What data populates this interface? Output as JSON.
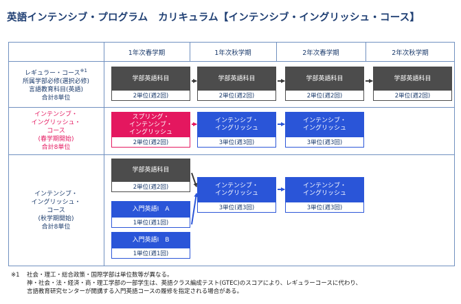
{
  "title": "英語インテンシブ・プログラム　カリキュラム【インテンシブ・イングリッシュ・コース】",
  "columns": [
    "1年次春学期",
    "1年次秋学期",
    "2年次春学期",
    "2年次秋学期"
  ],
  "rows": {
    "regular": {
      "label_line1": "レギュラー・コース",
      "label_mark": "※1",
      "label_line2": "所属学部必修(選択必修)",
      "label_line3": "言語教育科目(英語)",
      "label_line4": "合計8単位",
      "boxes": [
        {
          "title": "学部英語科目",
          "units": "2単位(週2回)"
        },
        {
          "title": "学部英語科目",
          "units": "2単位(週2回)"
        },
        {
          "title": "学部英語科目",
          "units": "2単位(週2回)"
        },
        {
          "title": "学部英語科目",
          "units": "2単位(週2回)"
        }
      ]
    },
    "spring": {
      "label_line1": "インテンシブ・",
      "label_line2": "イングリッシュ・",
      "label_line3": "コース",
      "label_line4": "(春学期開始)",
      "label_line5": "合計8単位",
      "boxes": [
        {
          "title_line1": "スプリング・",
          "title_line2": "インテンシブ・",
          "title_line3": "イングリッシュ",
          "units": "2単位(週2回)"
        },
        {
          "title_line1": "インテンシブ・",
          "title_line2": "イングリッシュ",
          "units": "3単位(週3回)"
        },
        {
          "title_line1": "インテンシブ・",
          "title_line2": "イングリッシュ",
          "units": "3単位(週3回)"
        }
      ]
    },
    "autumn": {
      "label_line1": "インテンシブ・",
      "label_line2": "イングリッシュ・",
      "label_line3": "コース",
      "label_line4": "(秋学期開始)",
      "label_line5": "合計8単位",
      "box_dept": {
        "title": "学部英語科目",
        "units": "2単位(週2回)"
      },
      "box_intro_a": {
        "title": "入門英語Ⅰ　A",
        "units": "1単位(週1回)"
      },
      "box_intro_b": {
        "title": "入門英語Ⅰ　B",
        "units": "1単位(週1回)"
      },
      "box_int1": {
        "title_line1": "インテンシブ・",
        "title_line2": "イングリッシュ",
        "units": "3単位(週3回)"
      },
      "box_int2": {
        "title_line1": "インテンシブ・",
        "title_line2": "イングリッシュ",
        "units": "3単位(週3回)"
      }
    }
  },
  "footnote": {
    "mark": "※1",
    "line1": "社会・理工・総合政策・国際学部は単位数等が異なる。",
    "line2": "神・社会・法・経済・商・理工学部の一部学生は、英語クラス編成テスト(GTEC)のスコアにより、レギュラーコースに代わり、",
    "line3": "言語教育研究センターが開講する入門英語コースの履修を指定される場合がある。"
  },
  "colors": {
    "accent_blue": "#2a55d8",
    "accent_pink": "#e4175f",
    "dark_gray": "#4c4c4c",
    "title_navy": "#1f3f73"
  }
}
